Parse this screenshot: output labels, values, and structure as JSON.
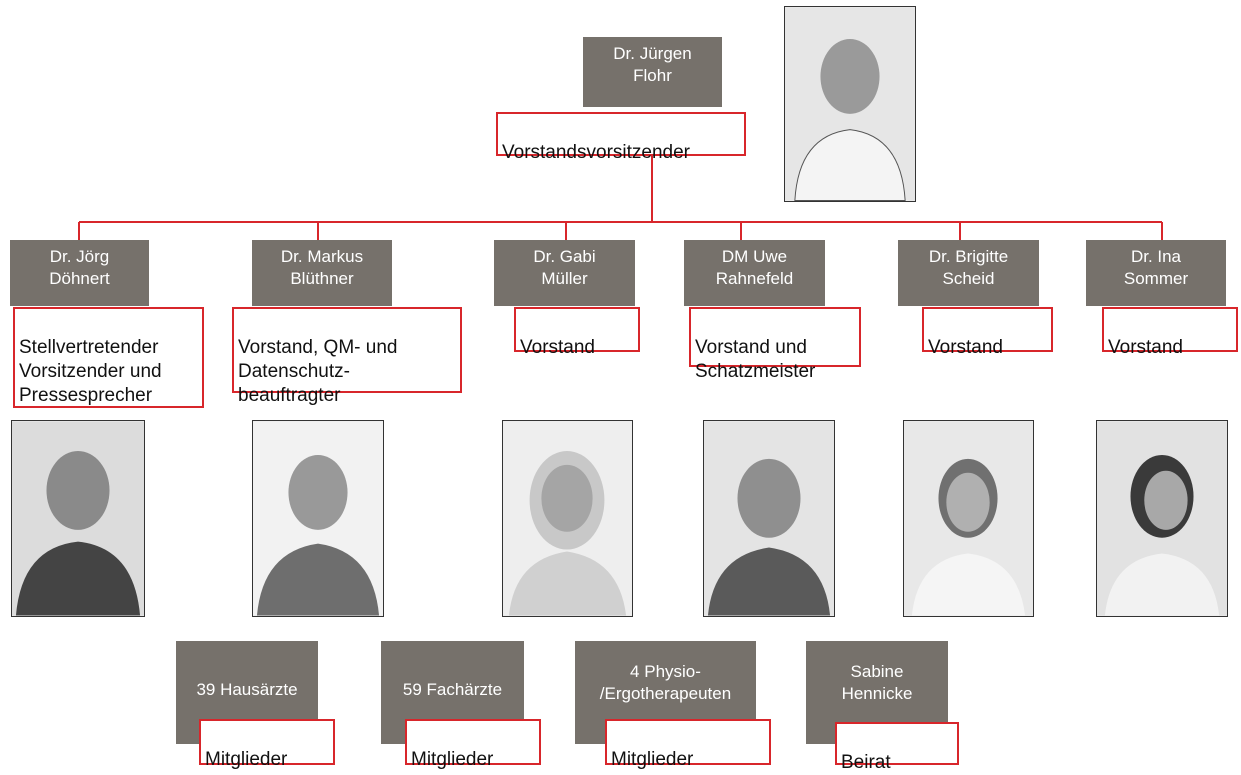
{
  "colors": {
    "name_box": "#76716b",
    "role_border": "#d8262b",
    "connector": "#d8262b"
  },
  "chairman": {
    "name": "Dr. Jürgen\nFlohr",
    "role": "Vorstandsvorsitzender",
    "photo_icon": "portrait-photo"
  },
  "board": [
    {
      "name": "Dr. Jörg\nDöhnert",
      "role": "Stellvertretender\nVorsitzender und\nPressesprecher"
    },
    {
      "name": "Dr. Markus\nBlüthner",
      "role": "Vorstand, QM- und\nDatenschutz-\nbeauftragter"
    },
    {
      "name": "Dr. Gabi\nMüller",
      "role": "Vorstand"
    },
    {
      "name": "DM Uwe\nRahnefeld",
      "role": "Vorstand und\nSchatzmeister"
    },
    {
      "name": "Dr. Brigitte\nScheid",
      "role": "Vorstand"
    },
    {
      "name": "Dr. Ina\nSommer",
      "role": "Vorstand"
    }
  ],
  "groups": [
    {
      "name": "39 Hausärzte",
      "role": "Mitglieder"
    },
    {
      "name": "59 Fachärzte",
      "role": "Mitglieder"
    },
    {
      "name": "4 Physio-\n/Ergotherapeuten",
      "role": "Mitglieder"
    },
    {
      "name": "Sabine\nHennicke",
      "role": "Beirat"
    }
  ]
}
